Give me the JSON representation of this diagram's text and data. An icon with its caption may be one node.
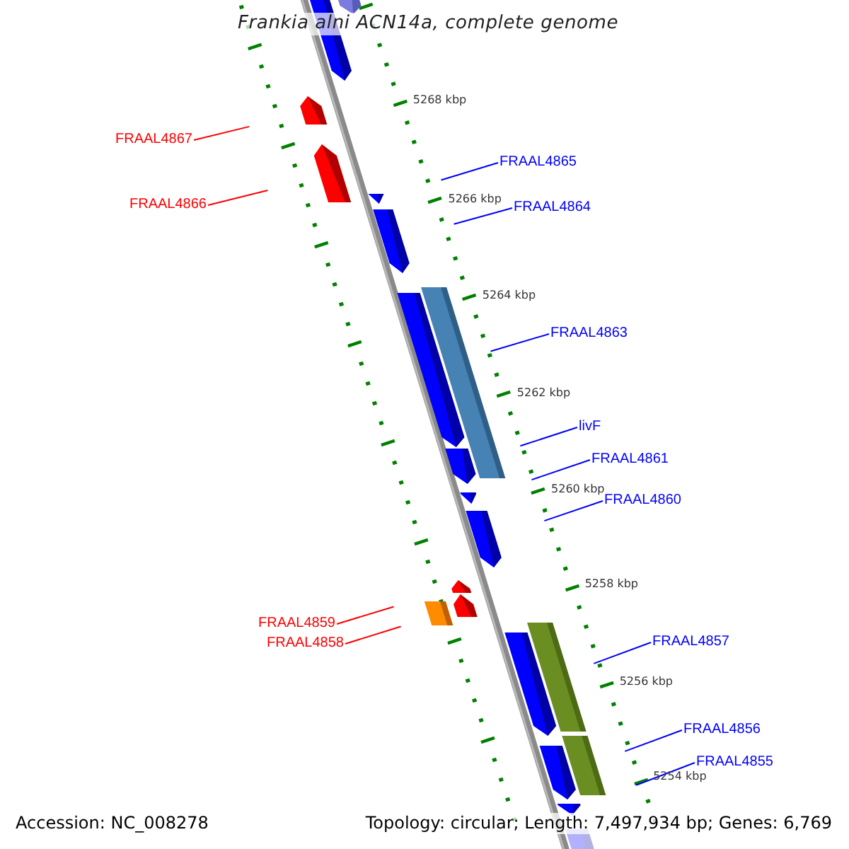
{
  "diagram": {
    "title": "Frankia alni ACN14a, complete genome",
    "nodes": [
      {
        "text": [
          "FRAAL4867"
        ]
      },
      {
        "text": [
          "FRAAL4865"
        ]
      },
      {
        "text": [
          "FRAAL4866"
        ]
      },
      {
        "text": [
          "FRAAL4864"
        ]
      },
      {
        "text": [
          "FRAAL4863"
        ]
      },
      {
        "text": [
          "livF"
        ]
      },
      {
        "text": [
          "FRAAL4861"
        ]
      },
      {
        "text": [
          "FRAAL4860"
        ]
      },
      {
        "text": [
          "FRAAL4859"
        ]
      },
      {
        "text": [
          "FRAAL4858"
        ]
      },
      {
        "text": [
          "FRAAL4857"
        ]
      },
      {
        "text": [
          "FRAAL4856"
        ]
      },
      {
        "text": [
          "FRAAL4855"
        ]
      }
    ],
    "edges": [
      {
        "from": 0,
        "to": null,
        "arrow": "none",
        "color": "#ff0000"
      },
      {
        "from": 1,
        "to": null,
        "arrow": "none"
      },
      {
        "from": 2,
        "to": null,
        "arrow": "none",
        "color": "#ff0000"
      },
      {
        "from": 3,
        "to": null,
        "arrow": "none"
      },
      {
        "from": 4,
        "to": null,
        "arrow": "none"
      },
      {
        "from": 5,
        "to": null,
        "arrow": "none"
      },
      {
        "from": 6,
        "to": null,
        "arrow": "none"
      },
      {
        "from": 7,
        "to": null,
        "arrow": "none"
      },
      {
        "from": 8,
        "to": null,
        "arrow": "none",
        "color": "#ff0000"
      },
      {
        "from": 9,
        "to": null,
        "arrow": "none",
        "color": "#ff0000"
      },
      {
        "from": 10,
        "to": null,
        "arrow": "none"
      },
      {
        "from": 11,
        "to": null,
        "arrow": "none"
      },
      {
        "from": 12,
        "to": null,
        "arrow": "none"
      }
    ],
    "labels": [
      "5268 kbp",
      "5266 kbp",
      "5264 kbp",
      "5262 kbp",
      "5260 kbp",
      "5258 kbp",
      "5256 kbp",
      "5254 kbp",
      "Accession: NC_008278",
      "Topology: circular; Length: 7,497,934 bp; Genes: 6,769"
    ]
  }
}
